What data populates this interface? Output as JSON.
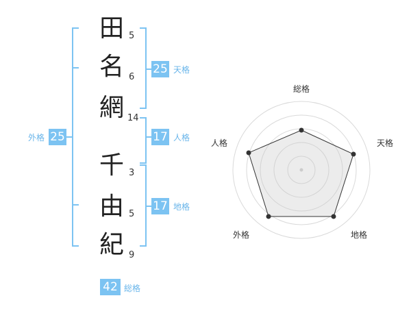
{
  "name": {
    "chars": [
      {
        "char": "田",
        "strokes": "5"
      },
      {
        "char": "名",
        "strokes": "6"
      },
      {
        "char": "網",
        "strokes": "14"
      },
      {
        "char": "千",
        "strokes": "3"
      },
      {
        "char": "由",
        "strokes": "5"
      },
      {
        "char": "紀",
        "strokes": "9"
      }
    ]
  },
  "kakusu": {
    "tenkaku": {
      "value": "25",
      "label": "天格"
    },
    "jinkaku": {
      "value": "17",
      "label": "人格"
    },
    "chikaku": {
      "value": "17",
      "label": "地格"
    },
    "gaikaku": {
      "value": "25",
      "label": "外格"
    },
    "soukaku": {
      "value": "42",
      "label": "総格"
    }
  },
  "radar": {
    "axes": [
      "総格",
      "天格",
      "地格",
      "外格",
      "人格"
    ]
  },
  "colors": {
    "bracket": "#7cc3f2",
    "badge": "#7cc3f2",
    "label": "#69b5ea"
  }
}
